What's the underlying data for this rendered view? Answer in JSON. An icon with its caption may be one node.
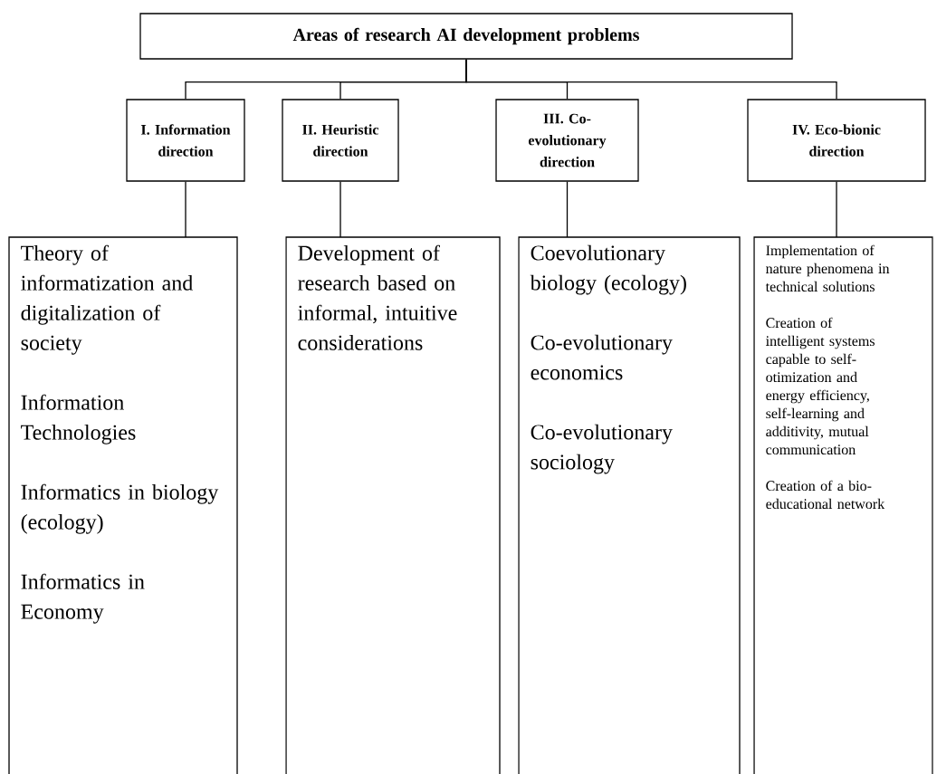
{
  "diagram": {
    "nodes": [
      {
        "text": [
          "Areas of research AI development problems"
        ]
      },
      {
        "text": [
          "I. Information direction"
        ]
      },
      {
        "text": [
          "II. Heuristic direction"
        ]
      },
      {
        "text": [
          "III. Co-evolutionary direction"
        ]
      },
      {
        "text": [
          "IV. Eco-bionic direction"
        ]
      },
      {
        "text": [
          "Theory of informatization and digitalization of society",
          "Information Technologies",
          "Informatics in biology (ecology)",
          "Informatics in Economy"
        ]
      },
      {
        "text": [
          "Development of research based on informal, intuitive considerations"
        ]
      },
      {
        "text": [
          "Coevolutionary biology (ecology)",
          "Co-evolutionary economics",
          "Co-evolutionary sociology"
        ]
      },
      {
        "text": [
          "Implementation of nature phenomena in technical solutions",
          "Creation of intelligent systems capable to self-otimization and energy efficiency, self-learning and additivity, mutual communication",
          "Creation of a bio-educational network"
        ]
      }
    ],
    "edges": [
      {
        "from": 0,
        "to": 1,
        "arrow": "none"
      },
      {
        "from": 0,
        "to": 2,
        "arrow": "none"
      },
      {
        "from": 0,
        "to": 3,
        "arrow": "none"
      },
      {
        "from": 0,
        "to": 4,
        "arrow": "none"
      },
      {
        "from": 1,
        "to": 5,
        "arrow": "none"
      },
      {
        "from": 2,
        "to": 6,
        "arrow": "none"
      },
      {
        "from": 3,
        "to": 7,
        "arrow": "none"
      },
      {
        "from": 4,
        "to": 8,
        "arrow": "none"
      }
    ]
  }
}
